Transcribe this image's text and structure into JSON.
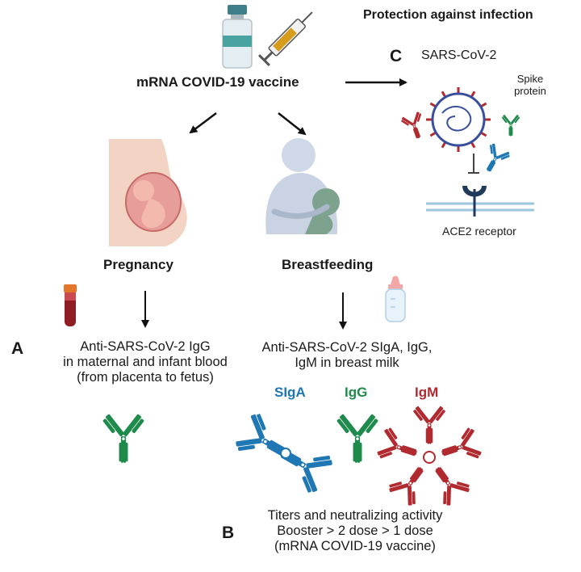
{
  "vaccine_label": "mRNA COVID-19 vaccine",
  "protection_title": "Protection against infection",
  "panel_c": {
    "letter": "C",
    "virus_label": "SARS-CoV-2",
    "spike_line1": "Spike",
    "spike_line2": "protein",
    "receptor_label": "ACE2 receptor"
  },
  "pregnancy": {
    "label": "Pregnancy"
  },
  "breastfeeding": {
    "label": "Breastfeeding"
  },
  "panel_a": {
    "letter": "A",
    "line1": "Anti-SARS-CoV-2 IgG",
    "line2": "in maternal and infant blood",
    "line3": "(from placenta to fetus)"
  },
  "milk": {
    "line1": "Anti-SARS-CoV-2 SIgA, IgG,",
    "line2": "IgM in breast milk"
  },
  "antibodies": {
    "siga": "SIgA",
    "igg": "IgG",
    "igm": "IgM"
  },
  "panel_b": {
    "letter": "B",
    "line1": "Titers and neutralizing activity",
    "line2": "Booster > 2 dose > 1 dose",
    "line3": "(mRNA COVID-19 vaccine)"
  },
  "colors": {
    "siga": "#1f77b4",
    "igg": "#1e8a4c",
    "igm": "#b02a30",
    "igg_tip": "#d9b21a",
    "skin": "#f2d3c4",
    "mother": "#c9d3e3"
  },
  "icons": [
    "vaccine-vial-icon",
    "syringe-icon",
    "blood-tube-icon",
    "baby-bottle-icon",
    "virus-icon",
    "ace2-receptor-icon",
    "antibody-icon"
  ]
}
